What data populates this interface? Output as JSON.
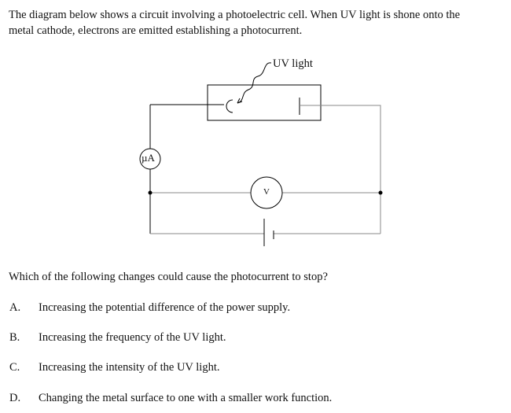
{
  "intro": [
    "The diagram below shows a circuit involving a photoelectric cell.  When UV light is shone onto the",
    "metal cathode, electrons are emitted establishing a photocurrent."
  ],
  "diagram": {
    "uv_label": "UV light",
    "ammeter": "µA",
    "voltmeter": "V"
  },
  "question": "Which of the following changes could cause the photocurrent to stop?",
  "options": [
    {
      "letter": "A.",
      "text": "Increasing the potential difference of the power supply."
    },
    {
      "letter": "B.",
      "text": "Increasing the frequency of the UV light."
    },
    {
      "letter": "C.",
      "text": "Increasing the intensity of the UV light."
    },
    {
      "letter": "D.",
      "text": "Changing the metal surface to one with a smaller work function."
    }
  ]
}
